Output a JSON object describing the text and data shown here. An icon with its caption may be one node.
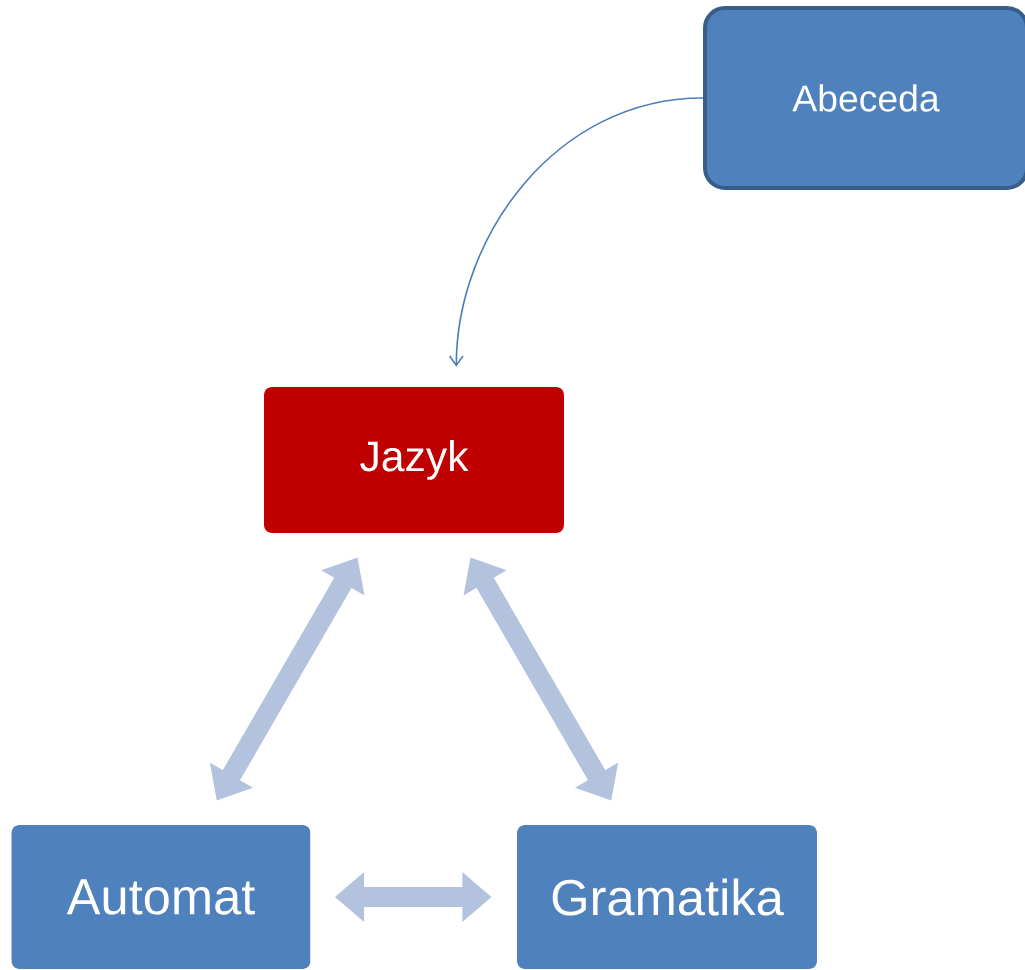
{
  "diagram": {
    "nodes": [
      {
        "text": [
          "Abeceda"
        ]
      },
      {
        "text": [
          "Jazyk"
        ]
      },
      {
        "text": [
          "Automat"
        ]
      },
      {
        "text": [
          "Gramatika"
        ]
      }
    ],
    "edges": [
      {
        "from": 0,
        "to": 1,
        "arrow": "to",
        "color": "#4a7ebb"
      },
      {
        "from": 1,
        "to": 2,
        "arrow": "both"
      },
      {
        "from": 1,
        "to": 3,
        "arrow": "both"
      },
      {
        "from": 2,
        "to": 3,
        "arrow": "both"
      }
    ]
  }
}
